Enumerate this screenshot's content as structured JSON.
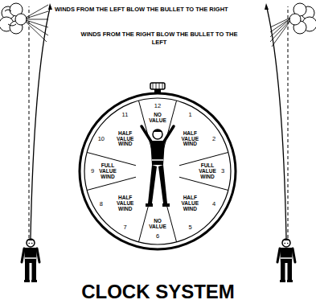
{
  "diagram": {
    "title": "CLOCK SYSTEM",
    "labels": [
      "WINDS FROM THE LEFT BLOW THE BULLET TO THE RIGHT",
      "WINDS FROM THE RIGHT BLOW THE BULLET TO THE LEFT",
      "12",
      "1",
      "2",
      "3",
      "4",
      "5",
      "6",
      "7",
      "8",
      "9",
      "10",
      "11",
      "NO VALUE",
      "HALF VALUE WIND",
      "FULL VALUE WIND",
      "HALF VALUE WIND",
      "NO VALUE",
      "HALF VALUE WIND",
      "FULL VALUE WIND",
      "HALF VALUE WIND"
    ]
  }
}
